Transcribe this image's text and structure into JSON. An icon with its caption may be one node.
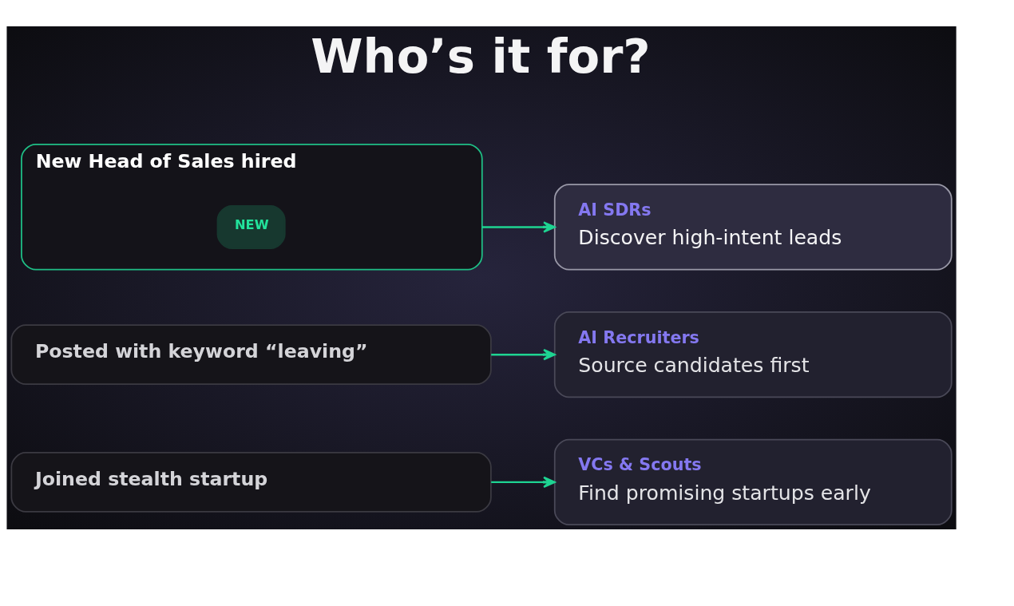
{
  "diagram": {
    "title": "Who’s it for?",
    "nodes": [
      {
        "text": [
          "New Head of Sales hired"
        ]
      },
      {
        "text": [
          "NEW"
        ],
        "in": 0
      },
      {
        "text": [
          "AI SDRs",
          "Discover high-intent leads"
        ]
      },
      {
        "text": [
          "Posted with keyword “leaving”"
        ]
      },
      {
        "text": [
          "AI Recruiters",
          "Source candidates first"
        ]
      },
      {
        "text": [
          "Joined stealth startup"
        ]
      },
      {
        "text": [
          "VCs & Scouts",
          "Find promising startups early"
        ]
      }
    ],
    "edges": [
      {
        "from": 0,
        "to": 2,
        "arrow": "to"
      },
      {
        "from": 3,
        "to": 4,
        "arrow": "to"
      },
      {
        "from": 5,
        "to": 6,
        "arrow": "to"
      }
    ]
  }
}
